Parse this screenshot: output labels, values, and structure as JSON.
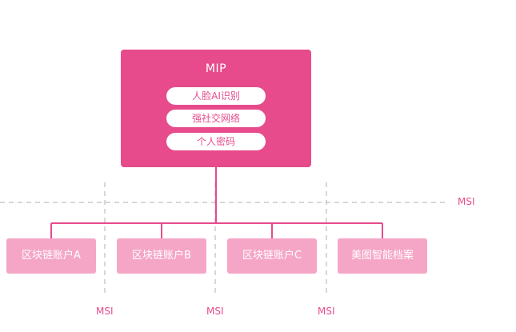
{
  "mip": {
    "title": "MIP",
    "features": [
      "人脸AI识别",
      "强社交网络",
      "个人密码"
    ]
  },
  "accounts": [
    "区块链账户A",
    "区块链账户B",
    "区块链账户C",
    "美图智能档案"
  ],
  "msi_labels": {
    "right": "MSI",
    "bottom": [
      "MSI",
      "MSI",
      "MSI"
    ]
  },
  "colors": {
    "primary": "#e74b8c",
    "leaf": "#f5a6c6",
    "dashed": "#b0b0b0"
  }
}
